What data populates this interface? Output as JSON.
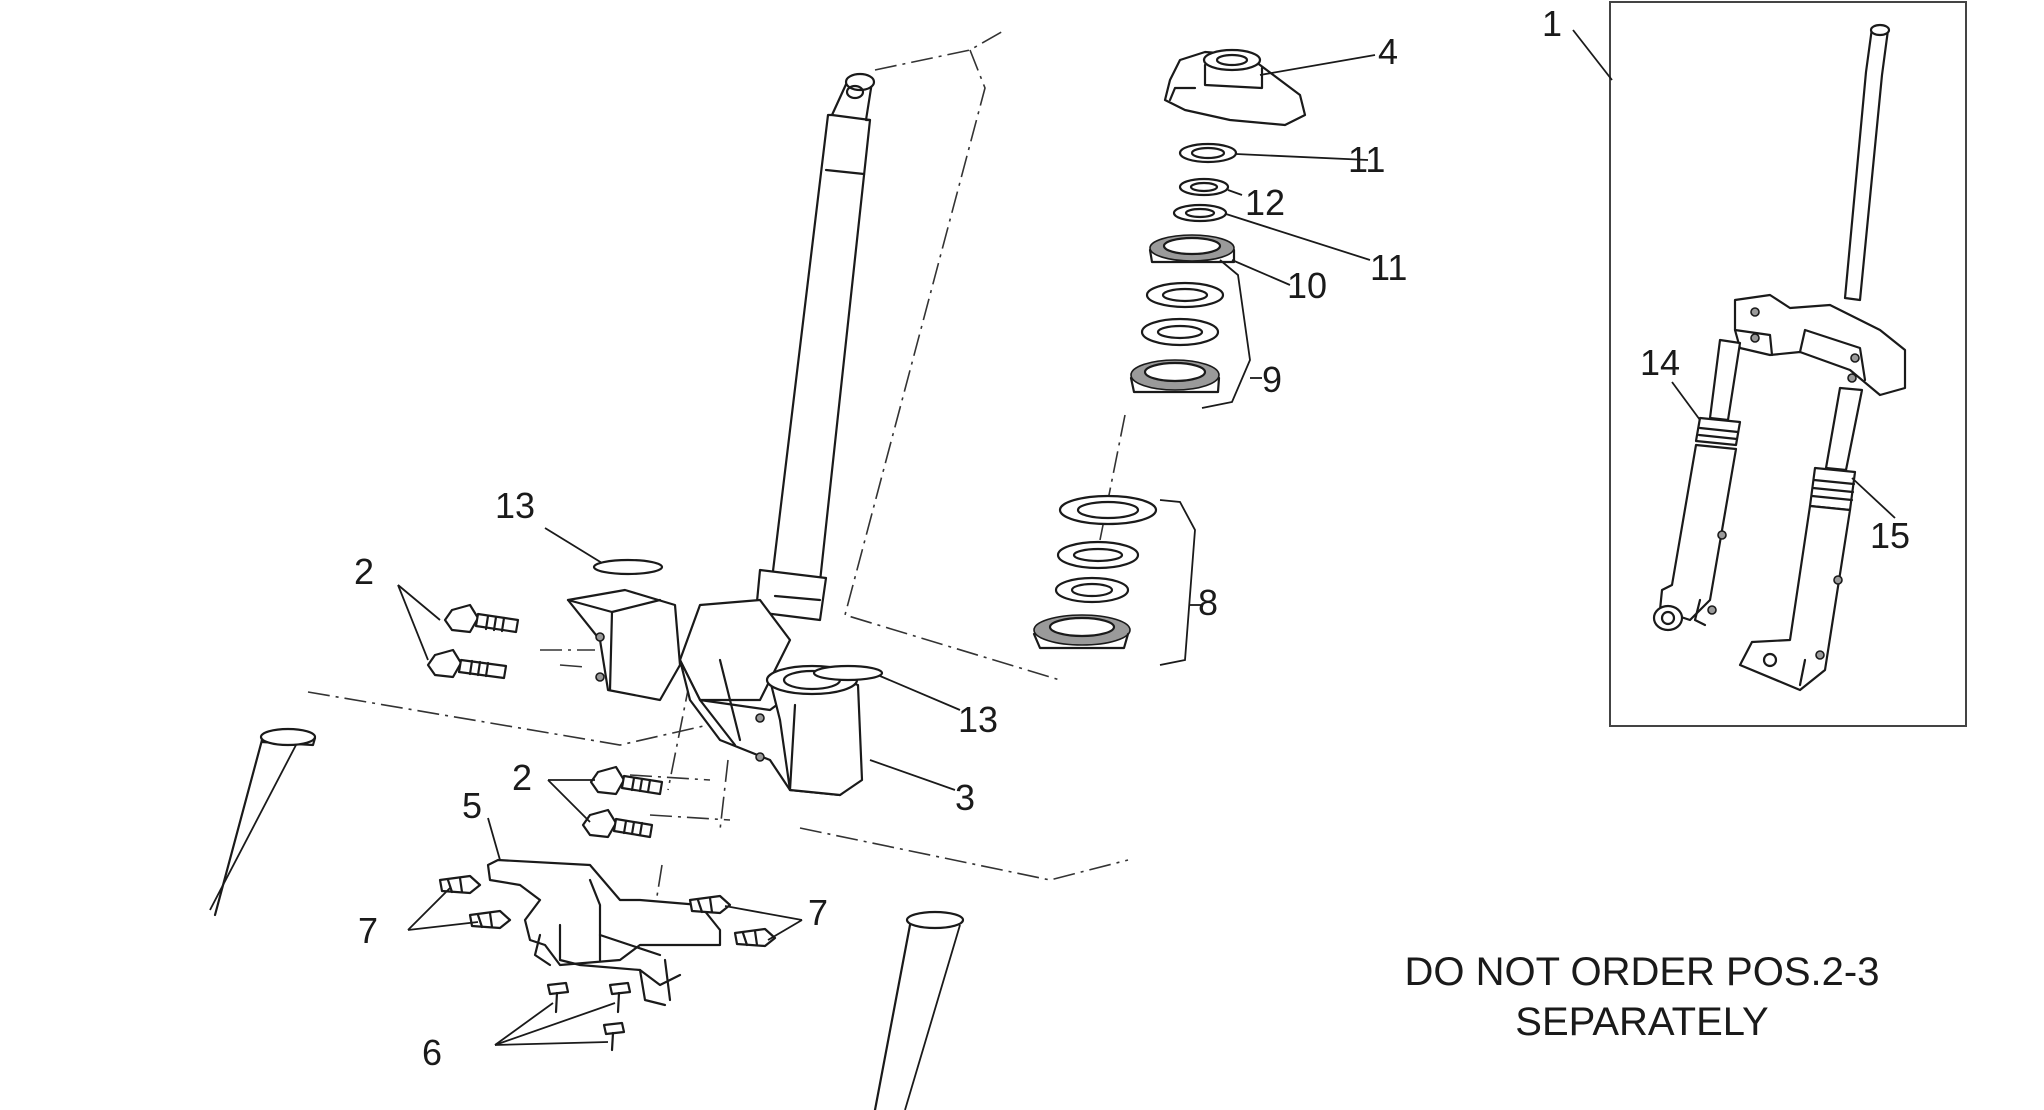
{
  "labels": {
    "p1": "1",
    "p2a": "2",
    "p2b": "2",
    "p3": "3",
    "p4": "4",
    "p5": "5",
    "p6": "6",
    "p7a": "7",
    "p7b": "7",
    "p8": "8",
    "p9": "9",
    "p10": "10",
    "p11a": "11",
    "p11b": "11",
    "p12": "12",
    "p13a": "13",
    "p13b": "13",
    "p14": "14",
    "p15": "15"
  },
  "note": {
    "line1": "DO NOT ORDER POS.2-3",
    "line2": "SEPARATELY"
  }
}
